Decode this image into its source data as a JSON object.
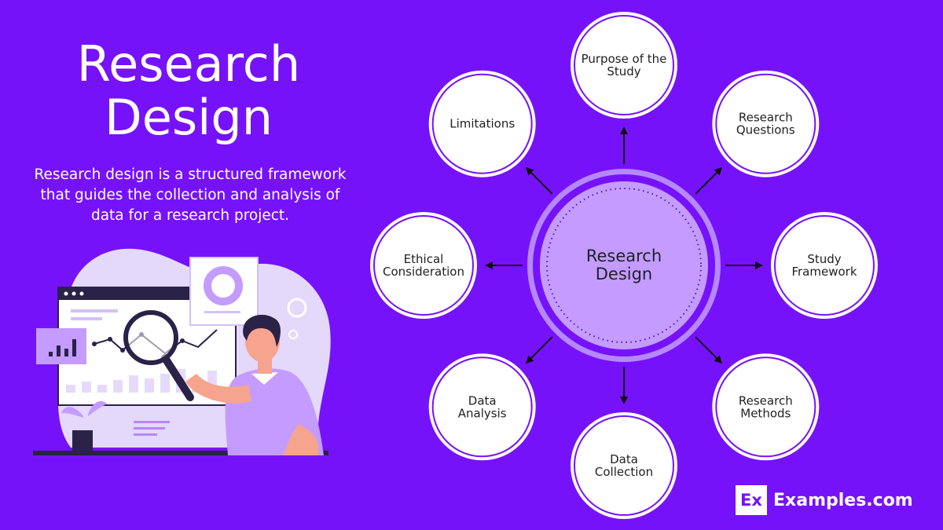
{
  "heading": {
    "line1": "Research",
    "line2": "Design"
  },
  "description": "Research design is a structured framework that guides the collection and analysis of data for a research project.",
  "center": {
    "line1": "Research",
    "line2": "Design"
  },
  "nodes": [
    {
      "id": "purpose",
      "lines": [
        "Purpose of the",
        "Study"
      ]
    },
    {
      "id": "questions",
      "lines": [
        "Research",
        "Questions"
      ]
    },
    {
      "id": "framework",
      "lines": [
        "Study",
        "Framework"
      ]
    },
    {
      "id": "methods",
      "lines": [
        "Research",
        "Methods"
      ]
    },
    {
      "id": "collection",
      "lines": [
        "Data",
        "Collection"
      ]
    },
    {
      "id": "analysis",
      "lines": [
        "Data",
        "Analysis"
      ]
    },
    {
      "id": "ethical",
      "lines": [
        "Ethical",
        "Consideration"
      ]
    },
    {
      "id": "limitations",
      "lines": [
        "Limitations"
      ]
    }
  ],
  "colors": {
    "background": "#7612fa",
    "center_ring": "#b688ff",
    "center_fill": "#c49cff",
    "node_fill": "#ffffff",
    "illustration_light": "#e4d8fb"
  },
  "logo": {
    "box": "Ex",
    "text": "Examples.com"
  }
}
